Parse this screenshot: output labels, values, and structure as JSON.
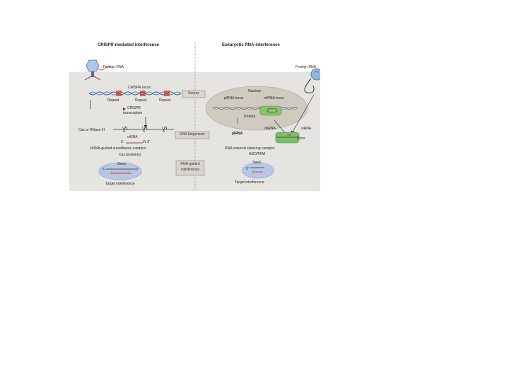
{
  "left_panel": {
    "title": "CRISPR-mediated interference",
    "foreign_dna": "Foreign DNA",
    "crispr_locus": "CRISPR locus",
    "repeat_1": "Repeat",
    "repeat_2": "Repeat",
    "repeat_3": "Repeat",
    "crispr_transcription_1": "CRISPR",
    "crispr_transcription_2": "transcription",
    "cas_rnase": "Cas or RNase III",
    "crrna": "crRNA",
    "five_prime": "5′",
    "three_prime": "3′",
    "surveillance": "crRNA-guided surveillance complex",
    "cas_proteins": "Cas protein(s)",
    "seed": "Seed",
    "target_five": "5′",
    "target_three": "3′",
    "target_interference": "Target interference"
  },
  "center_boxes": {
    "source": "Source",
    "biogenesis": "RNA biogenesis",
    "guided_1": "RNA-guided",
    "guided_2": "interference"
  },
  "right_panel": {
    "title": "Eukaryotic RNA-interference",
    "foreign_rna": "Foreign RNA",
    "nucleus": "Nucleus",
    "pirna_locus": "piRNA locus",
    "mirna_locus": "miRNA locus",
    "drosha": "Drosha",
    "pirna": "piRNA",
    "mirna": "miRNA",
    "sirna": "siRNA",
    "dicer": "Dicer",
    "risc": "RNA-induced silencing complex",
    "ago_piwi": "AGO/PIWI",
    "seed": "Seed",
    "target_five": "5′",
    "target_interference": "Target interference"
  },
  "colors": {
    "panel": "#e6e4e0",
    "nucleus": "#cfcbc0",
    "dna_blue": "#4a86c8",
    "dna_red": "#d23a3a",
    "box_fill": "#d8d5cd",
    "cas_oval": "#b8c8e4",
    "drosha_green": "#8cc36a",
    "dicer_green": "#7cbf6a"
  }
}
